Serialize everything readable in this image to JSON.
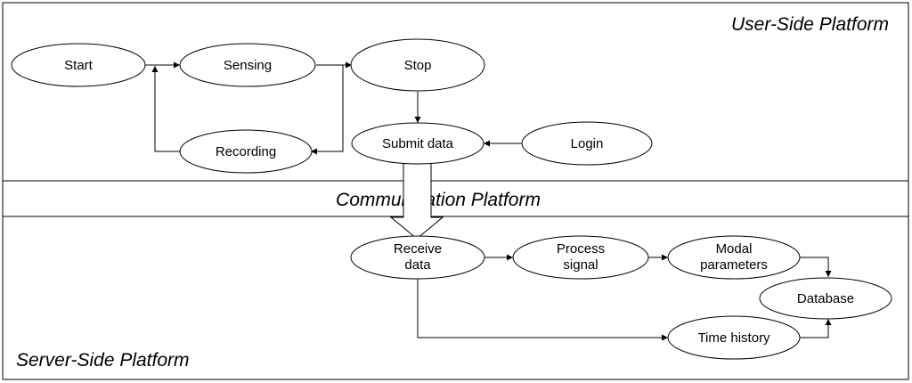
{
  "platforms": {
    "user_side": "User-Side Platform",
    "communication": "Communication Platform",
    "server_side": "Server-Side Platform"
  },
  "nodes": {
    "start": "Start",
    "sensing": "Sensing",
    "stop": "Stop",
    "recording": "Recording",
    "submit_data": "Submit data",
    "login": "Login",
    "receive_data": [
      "Receive",
      "data"
    ],
    "process_signal": [
      "Process",
      "signal"
    ],
    "modal_parameters": [
      "Modal",
      "parameters"
    ],
    "database": "Database",
    "time_history": "Time history"
  },
  "colors": {
    "stroke": "#000000",
    "fill": "#ffffff"
  }
}
